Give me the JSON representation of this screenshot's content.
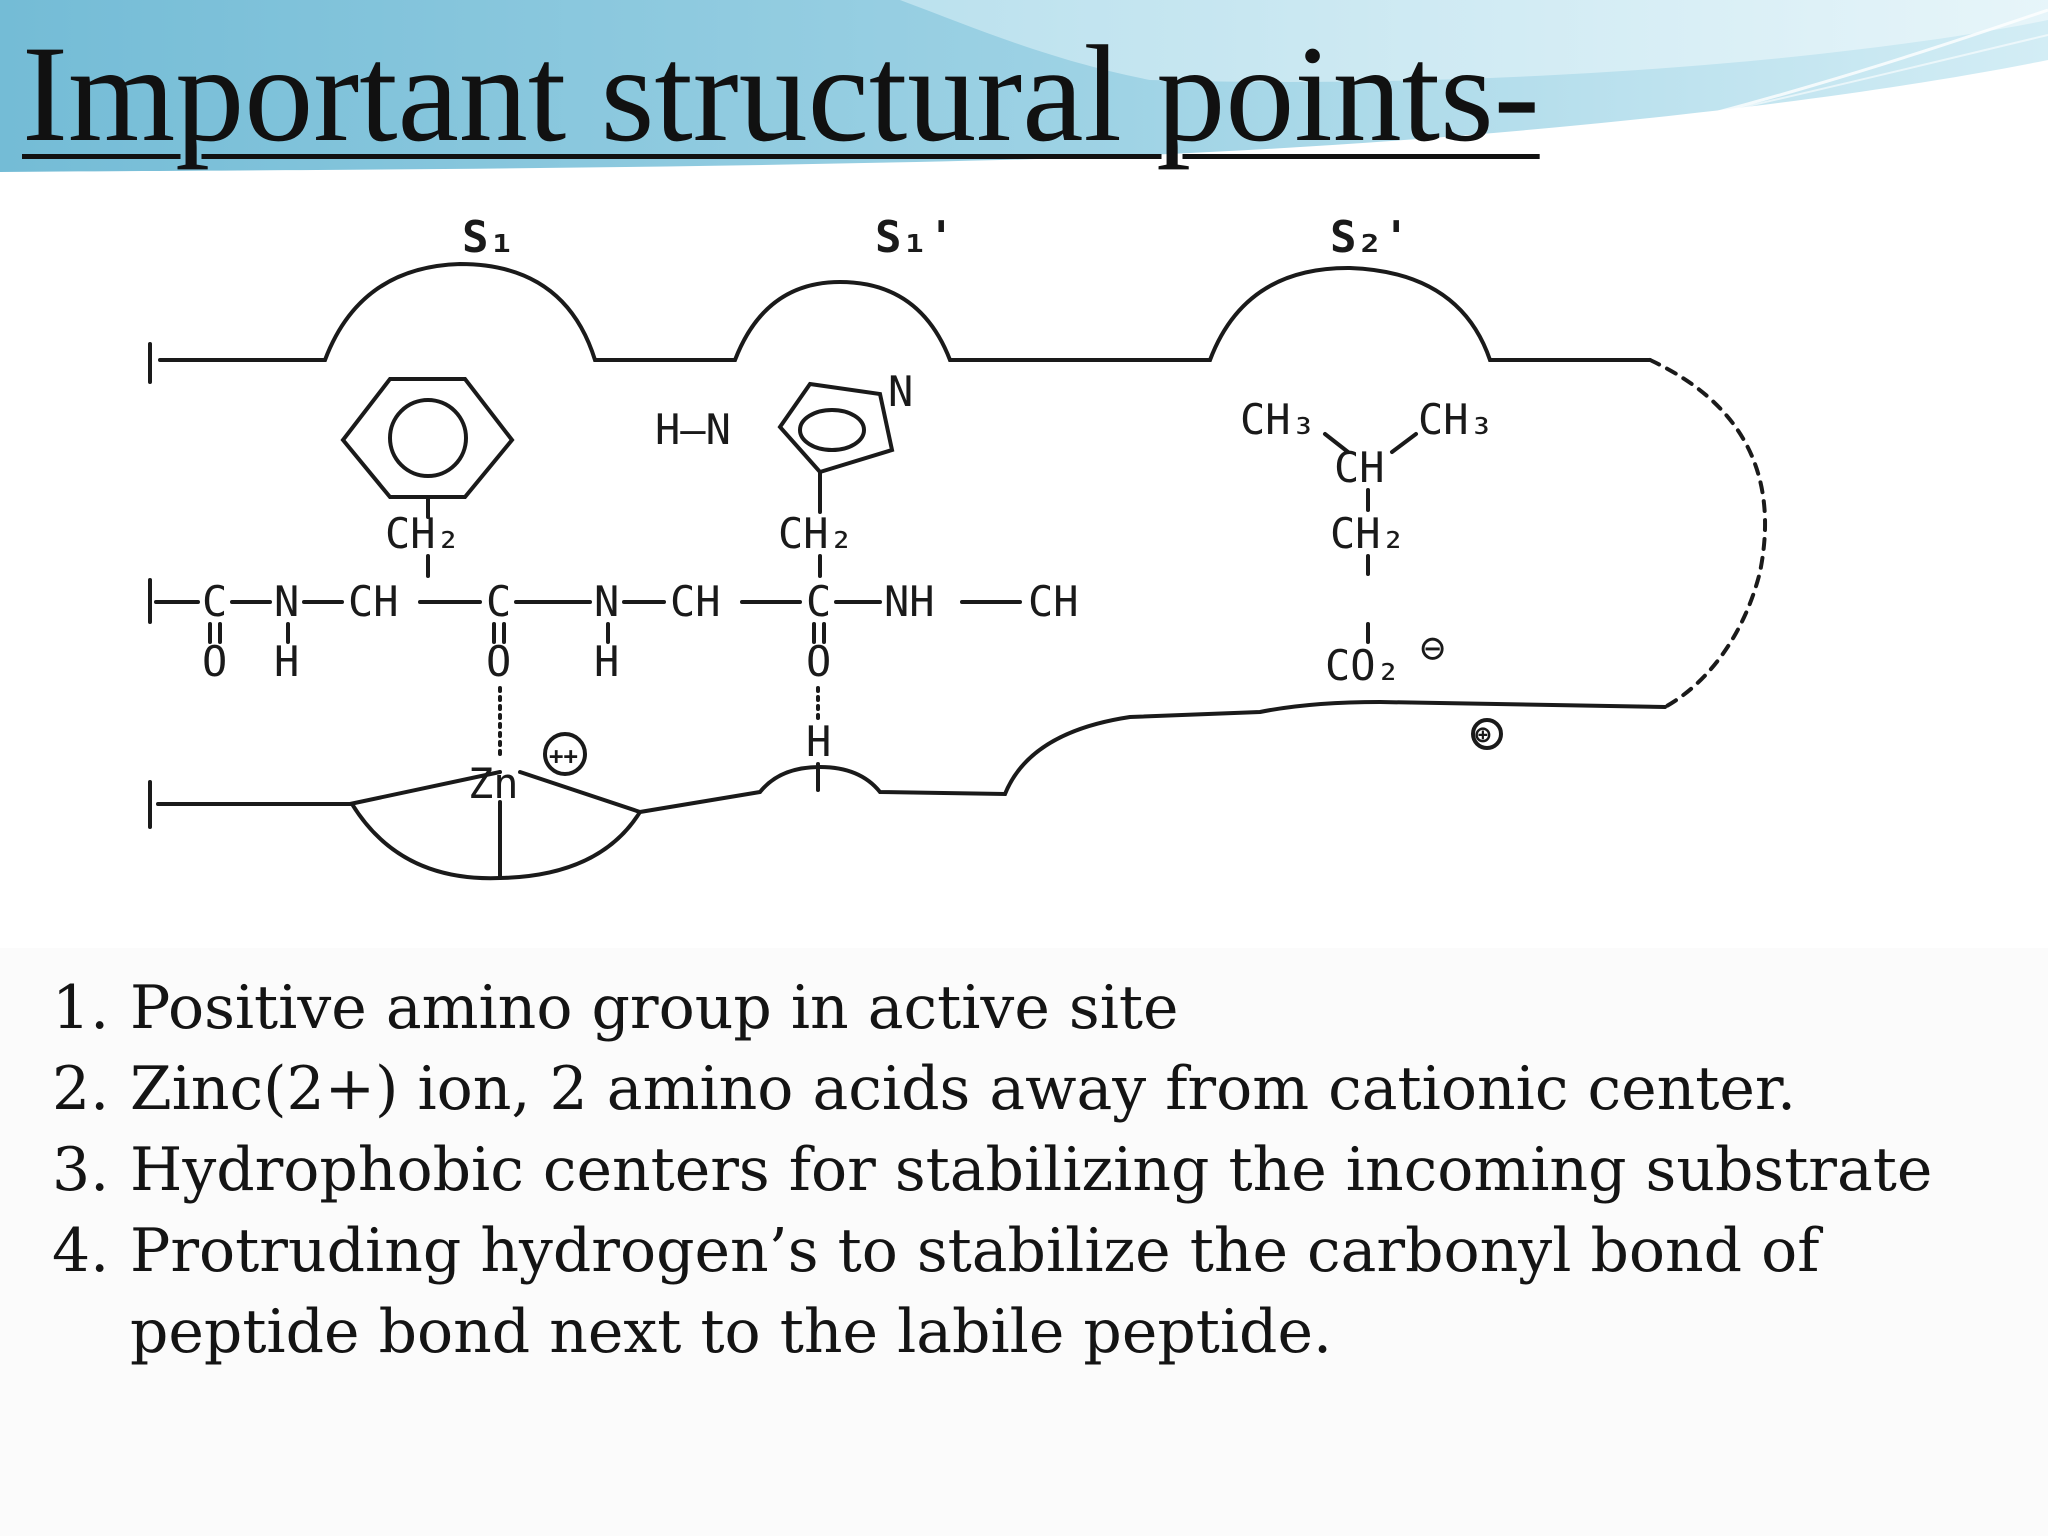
{
  "slide": {
    "title": "Important structural points-",
    "colors": {
      "header_blue": "#7fc3da",
      "header_light": "#c9e8f1",
      "text": "#141414"
    }
  },
  "diagram": {
    "subsites": [
      "S₁",
      "S₁'",
      "S₂'"
    ],
    "groups": {
      "ch2": "CH₂",
      "ch3": "CH₃",
      "ch": "CH",
      "c": "C",
      "n": "N",
      "h": "H",
      "o": "O",
      "nh": "NH",
      "co2": "CO₂",
      "zn": "Zn",
      "hn": "H—N",
      "minus": "⊖",
      "plus": "⊕",
      "plusplus": "++"
    }
  },
  "points": [
    {
      "num": "1.",
      "text": "Positive amino group in active site"
    },
    {
      "num": "2.",
      "text": "Zinc(2+) ion, 2 amino acids away from cationic center."
    },
    {
      "num": "3.",
      "text": "Hydrophobic centers  for  stabilizing the incoming substrate"
    },
    {
      "num": "4.",
      "text": "Protruding hydrogen’s to stabilize the carbonyl bond of peptide bond next to the labile peptide."
    }
  ]
}
